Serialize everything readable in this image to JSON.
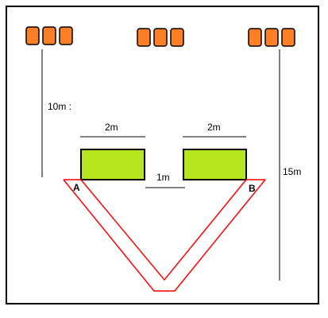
{
  "labels": {
    "pole_left_height": "10m :",
    "pole_right_height": "15m",
    "block_left_width": "2m",
    "block_right_width": "2m",
    "gap_width": "1m",
    "point_a": "A",
    "point_b": "B"
  },
  "icons": {
    "light": "floodlight-icon"
  },
  "colors": {
    "frame": "#000000",
    "light_fill": "#ff7f27",
    "block_fill": "#b5e61d",
    "path_stroke": "#ff0000"
  }
}
